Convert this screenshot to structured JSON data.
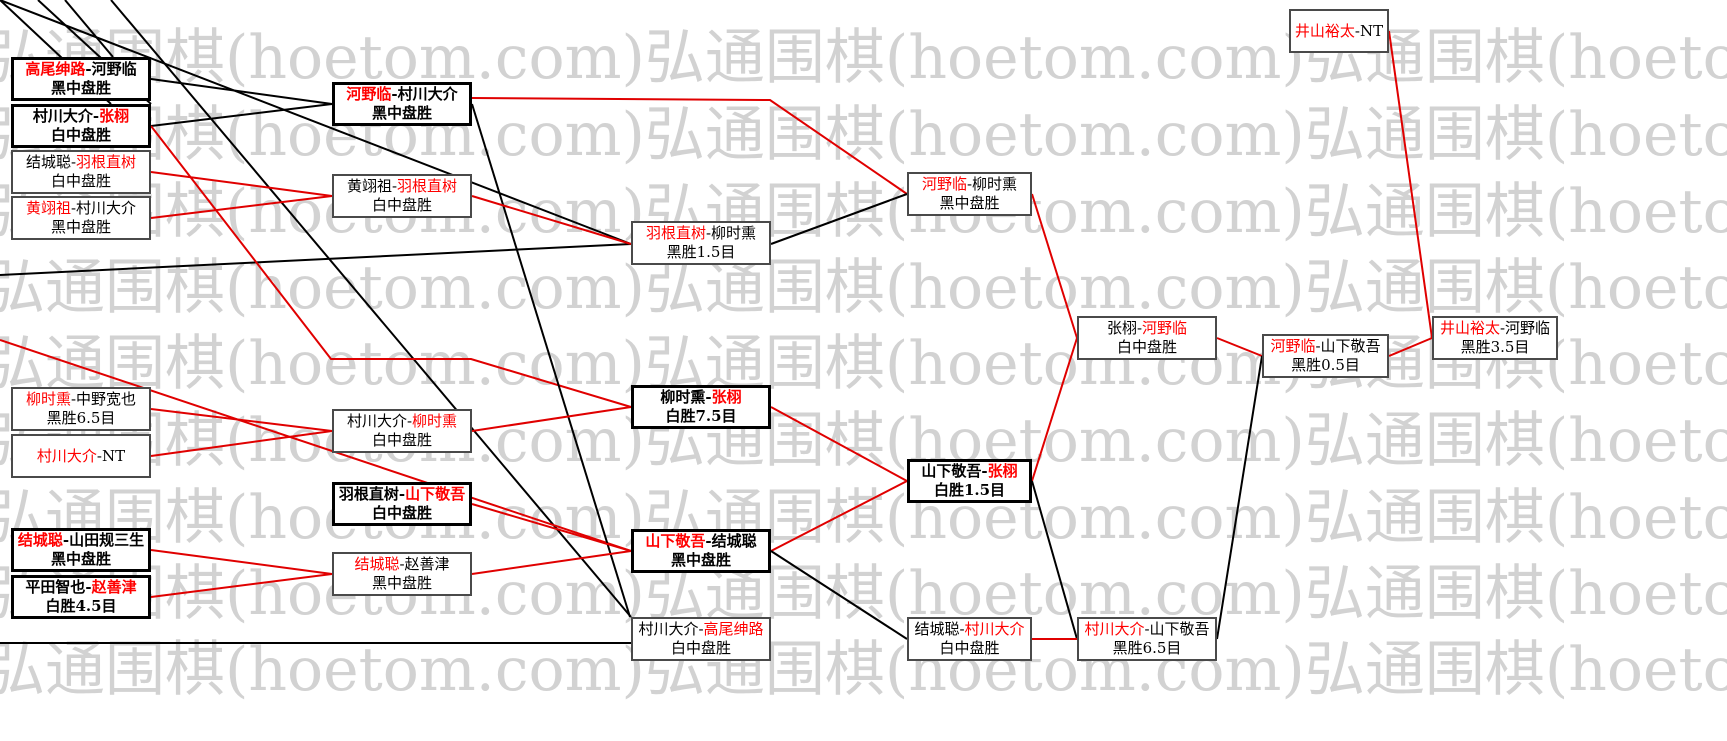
{
  "watermark": "弘通围棋(hoetom.com)",
  "colors": {
    "winner": "#ff0000",
    "line_black": "#000000",
    "line_red": "#e00000",
    "watermark": "#d2d2d2"
  },
  "matches": {
    "m_r1_1": {
      "p1": "高尾绅路",
      "p2": "河野临",
      "winner": 1,
      "result": "黑中盘胜"
    },
    "m_r1_2": {
      "p1": "村川大介",
      "p2": "张栩",
      "winner": 2,
      "result": "白中盘胜"
    },
    "m_r1_3": {
      "p1": "结城聪",
      "p2": "羽根直树",
      "winner": 2,
      "result": "白中盘胜"
    },
    "m_r1_4": {
      "p1": "黄翊祖",
      "p2": "村川大介",
      "winner": 1,
      "result": "黑中盘胜"
    },
    "m_r1_5": {
      "p1": "柳时熏",
      "p2": "中野宽也",
      "winner": 1,
      "result": "黑胜6.5目"
    },
    "m_r1_6": {
      "p1": "村川大介",
      "p2": "NT",
      "winner": 1,
      "result": ""
    },
    "m_r1_7": {
      "p1": "结城聪",
      "p2": "山田规三生",
      "winner": 1,
      "result": "黑中盘胜"
    },
    "m_r1_8": {
      "p1": "平田智也",
      "p2": "赵善津",
      "winner": 2,
      "result": "白胜4.5目"
    },
    "m_r2_1": {
      "p1": "河野临",
      "p2": "村川大介",
      "winner": 1,
      "result": "黑中盘胜"
    },
    "m_r2_2": {
      "p1": "黄翊祖",
      "p2": "羽根直树",
      "winner": 2,
      "result": "白中盘胜"
    },
    "m_r2_3": {
      "p1": "村川大介",
      "p2": "柳时熏",
      "winner": 2,
      "result": "白中盘胜"
    },
    "m_r2_4": {
      "p1": "羽根直树",
      "p2": "山下敬吾",
      "winner": 2,
      "result": "白中盘胜"
    },
    "m_r2_5": {
      "p1": "结城聪",
      "p2": "赵善津",
      "winner": 1,
      "result": "黑中盘胜"
    },
    "m_r3_1": {
      "p1": "羽根直树",
      "p2": "柳时熏",
      "winner": 1,
      "result": "黑胜1.5目"
    },
    "m_r3_2": {
      "p1": "柳时熏",
      "p2": "张栩",
      "winner": 2,
      "result": "白胜7.5目"
    },
    "m_r3_3": {
      "p1": "山下敬吾",
      "p2": "结城聪",
      "winner": 1,
      "result": "黑中盘胜"
    },
    "m_r3_4": {
      "p1": "村川大介",
      "p2": "高尾绅路",
      "winner": 2,
      "result": "白中盘胜"
    },
    "m_r4_1": {
      "p1": "河野临",
      "p2": "柳时熏",
      "winner": 1,
      "result": "黑中盘胜"
    },
    "m_r4_2": {
      "p1": "山下敬吾",
      "p2": "张栩",
      "winner": 2,
      "result": "白胜1.5目"
    },
    "m_r4_3": {
      "p1": "结城聪",
      "p2": "村川大介",
      "winner": 2,
      "result": "白中盘胜"
    },
    "m_r5_1": {
      "p1": "张栩",
      "p2": "河野临",
      "winner": 2,
      "result": "白中盘胜"
    },
    "m_r5_2": {
      "p1": "村川大介",
      "p2": "山下敬吾",
      "winner": 1,
      "result": "黑胜6.5目"
    },
    "m_r6_1": {
      "p1": "河野临",
      "p2": "山下敬吾",
      "winner": 1,
      "result": "黑胜0.5目"
    },
    "m_r7_top": {
      "p1": "井山裕太",
      "p2": "NT",
      "winner": 1,
      "result": ""
    },
    "m_final": {
      "p1": "井山裕太",
      "p2": "河野临",
      "winner": 1,
      "result": "黑胜3.5目"
    }
  }
}
